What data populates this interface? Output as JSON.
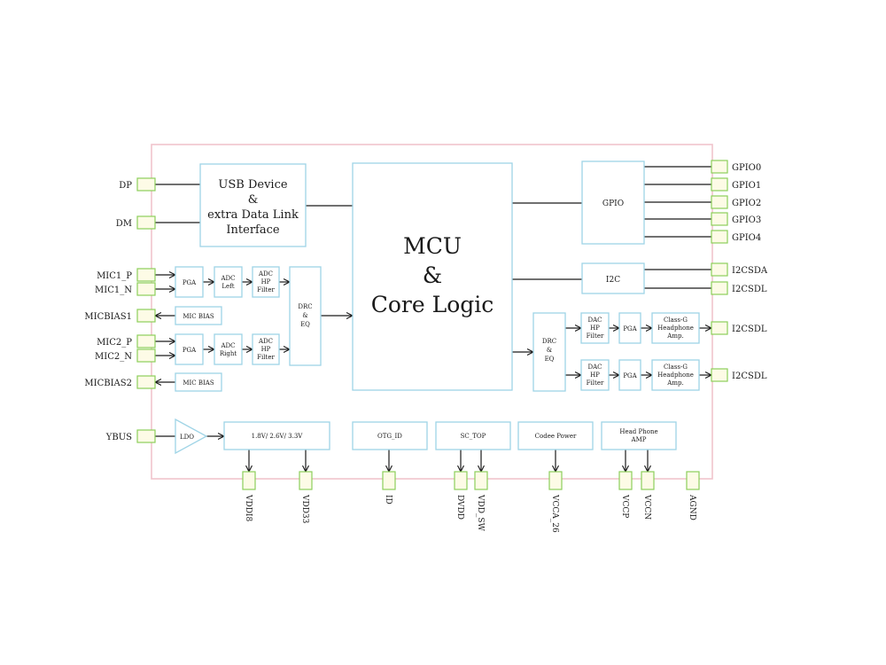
{
  "blocks": {
    "usb": [
      "USB Device",
      "&",
      "extra Data Link",
      "Interface"
    ],
    "mcu": [
      "MCU",
      "&",
      "Core Logic"
    ],
    "gpio": "GPIO",
    "i2c": "I2C",
    "pga_top": "PGA",
    "adc_left": [
      "ADC",
      "Left"
    ],
    "adc_hp_top": [
      "ADC",
      "HP",
      "Filter"
    ],
    "drc_left": [
      "DRC",
      "&",
      "EQ"
    ],
    "micbias1_block": "MIC BIAS",
    "pga_bot": "PGA",
    "adc_right": [
      "ADC",
      "Right"
    ],
    "adc_hp_bot": [
      "ADC",
      "HP",
      "Filter"
    ],
    "micbias2_block": "MIC BIAS",
    "drc_right": [
      "DRC",
      "&",
      "EQ"
    ],
    "dac_hp_top": [
      "DAC",
      "HP",
      "Filter"
    ],
    "pga_out_top": "PGA",
    "classg_top": [
      "Class-G",
      "Headphone",
      "Amp."
    ],
    "dac_hp_bot": [
      "DAC",
      "HP",
      "Filter"
    ],
    "pga_out_bot": "PGA",
    "classg_bot": [
      "Class-G",
      "Headphone",
      "Amp."
    ],
    "ldo": "LDO",
    "voltages": "1.8V/ 2.6V/ 3.3V",
    "otg_id": "OTG_ID",
    "sc_top": "SC_TOP",
    "codec_power": "Codee Power",
    "headphone_amp": [
      "Head Phone",
      "AMP"
    ]
  },
  "pins": {
    "left": [
      "DP",
      "DM",
      "MIC1_P",
      "MIC1_N",
      "MICBIAS1",
      "MIC2_P",
      "MIC2_N",
      "MICBIAS2",
      "YBUS"
    ],
    "right": [
      "GPIO0",
      "GPIO1",
      "GPIO2",
      "GPIO3",
      "GPIO4",
      "I2CSDA",
      "I2CSDL",
      "I2CSDL",
      "I2CSDL"
    ],
    "bottom": [
      "VDDI8",
      "VDD33",
      "ID",
      "DVDD",
      "VDD_SW",
      "VCCA_26",
      "VCCP",
      "VCCN",
      "AGND"
    ]
  }
}
